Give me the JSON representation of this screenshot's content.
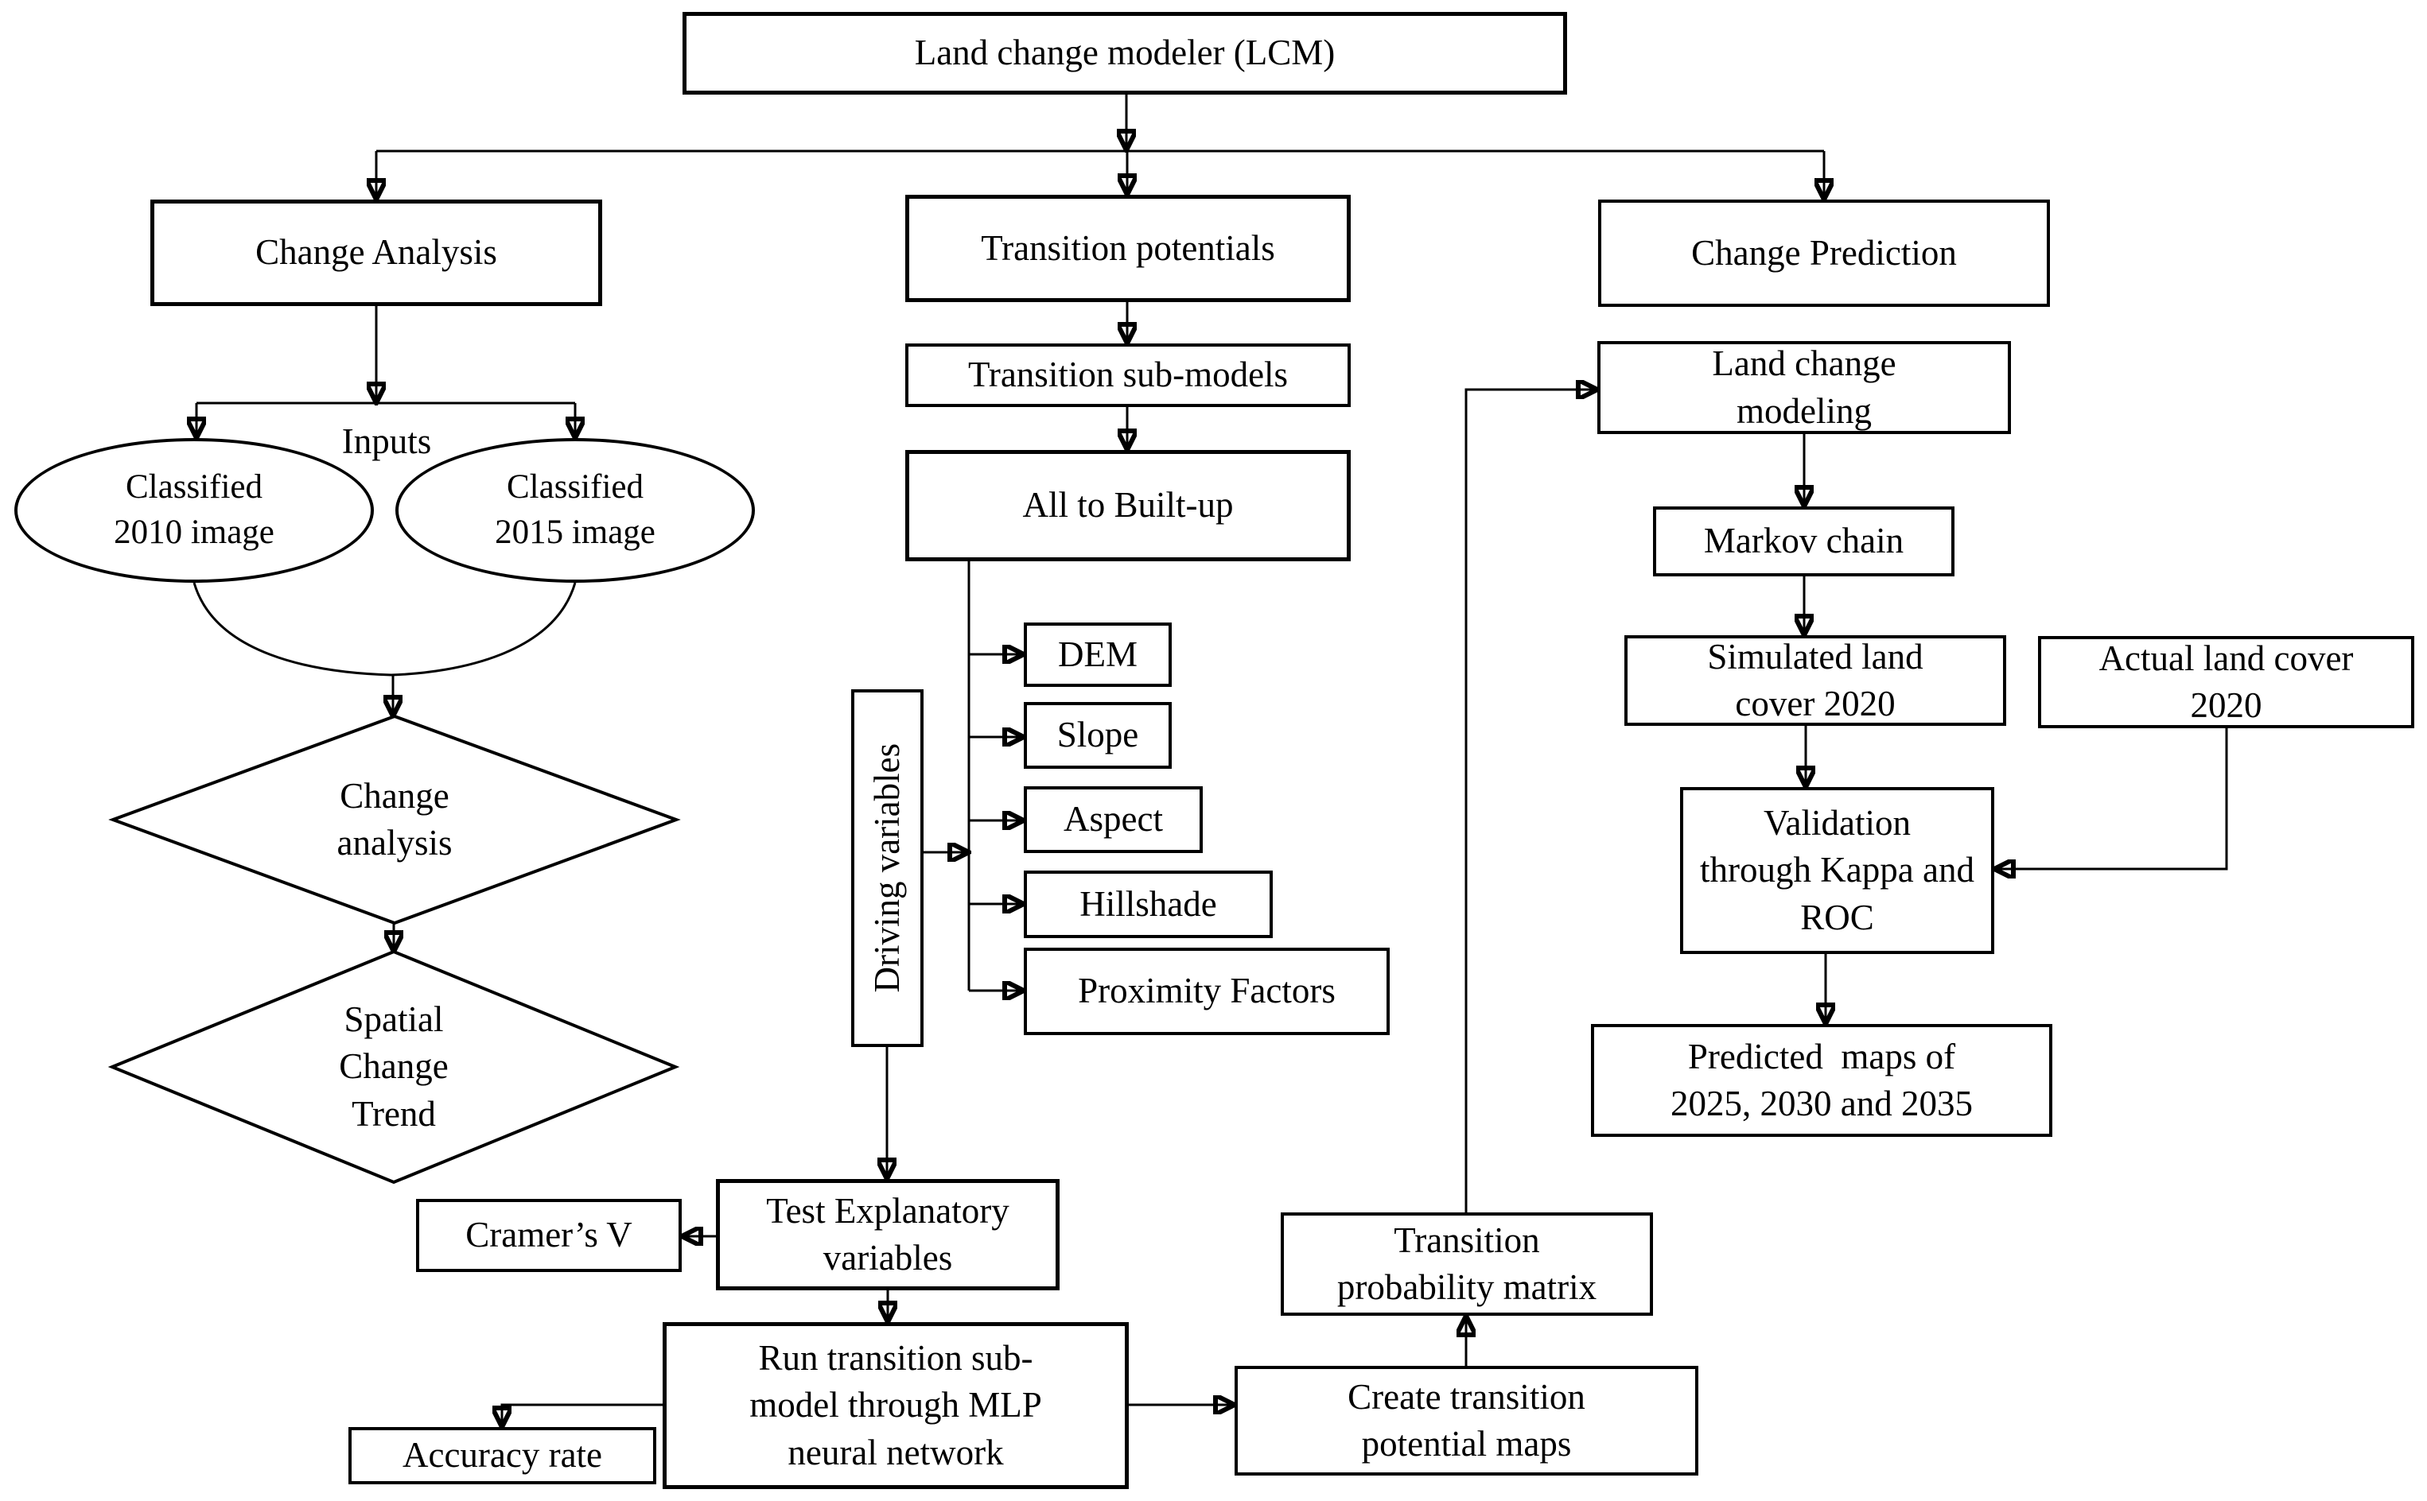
{
  "diagram": {
    "background_color": "#ffffff",
    "line_color": "#000000",
    "type": "flowchart"
  },
  "nodes": {
    "lcm": {
      "label": "Land change modeler (LCM)"
    },
    "change_analysis": {
      "label": "Change Analysis"
    },
    "transition_potentials": {
      "label": "Transition potentials"
    },
    "change_prediction": {
      "label": "Change Prediction"
    },
    "inputs": {
      "label": "Inputs"
    },
    "classified_2010": {
      "label": "Classified\n2010 image"
    },
    "classified_2015": {
      "label": "Classified\n2015 image"
    },
    "change_analysis_decision": {
      "label": "Change\nanalysis"
    },
    "spatial_change_trend": {
      "label": "Spatial\nChange\nTrend"
    },
    "transition_sub_models": {
      "label": "Transition sub-models"
    },
    "all_to_built_up": {
      "label": "All to Built-up"
    },
    "driving_variables": {
      "label": "Driving variables"
    },
    "dem": {
      "label": "DEM"
    },
    "slope": {
      "label": "Slope"
    },
    "aspect": {
      "label": "Aspect"
    },
    "hillshade": {
      "label": "Hillshade"
    },
    "proximity_factors": {
      "label": "Proximity Factors"
    },
    "cramers_v": {
      "label": "Cramer’s V"
    },
    "test_explanatory": {
      "label": "Test Explanatory\nvariables"
    },
    "run_mlp": {
      "label": "Run transition sub-\nmodel through MLP\nneural network"
    },
    "accuracy_rate": {
      "label": "Accuracy rate"
    },
    "create_potential_maps": {
      "label": "Create transition\npotential maps"
    },
    "transition_probability_matrix": {
      "label": "Transition\nprobability matrix"
    },
    "land_change_modeling": {
      "label": "Land change\nmodeling"
    },
    "markov_chain": {
      "label": "Markov chain"
    },
    "simulated_land_cover": {
      "label": "Simulated land\ncover 2020"
    },
    "actual_land_cover": {
      "label": "Actual land cover\n2020"
    },
    "validation": {
      "label": "Validation\nthrough Kappa and\nROC"
    },
    "predicted_maps": {
      "label": "Predicted  maps of\n2025, 2030 and 2035"
    }
  }
}
